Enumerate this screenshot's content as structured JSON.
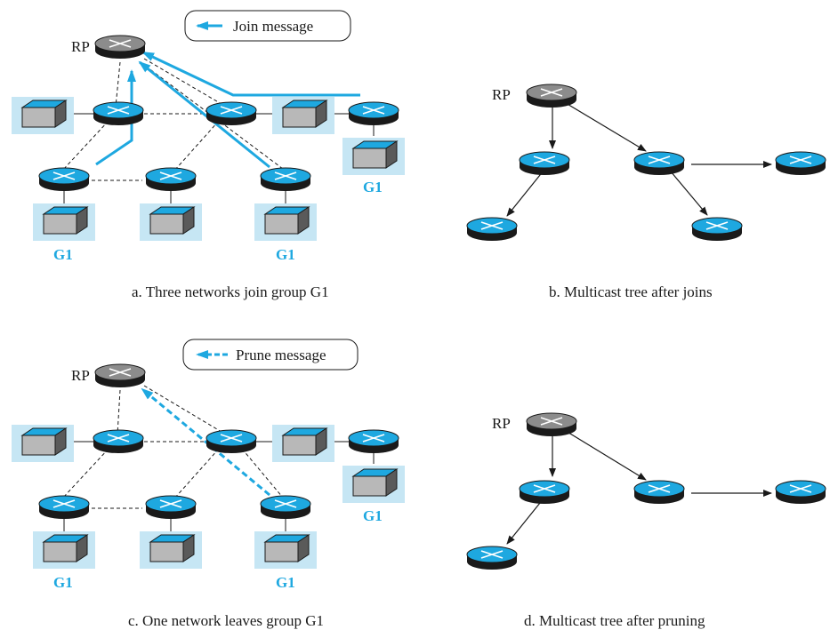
{
  "panels": {
    "a": {
      "caption": "a. Three networks join group G1",
      "rp_label": "RP",
      "group_labels": [
        "G1",
        "G1",
        "G1"
      ]
    },
    "b": {
      "caption": "b. Multicast tree after joins",
      "rp_label": "RP"
    },
    "c": {
      "caption": "c. One network leaves group G1",
      "rp_label": "RP",
      "group_labels": [
        "G1",
        "G1",
        "G1"
      ]
    },
    "d": {
      "caption": "d. Multicast tree after pruning",
      "rp_label": "RP"
    }
  },
  "legend": {
    "join": "Join message",
    "prune": "Prune message"
  },
  "colors": {
    "router_cyan": "#1ea8e0",
    "router_rp_gray": "#8c8c8c",
    "host_shade": "#c6e6f4",
    "host_box": "#b8b8b8",
    "message_arrow": "#1ea8e0"
  }
}
